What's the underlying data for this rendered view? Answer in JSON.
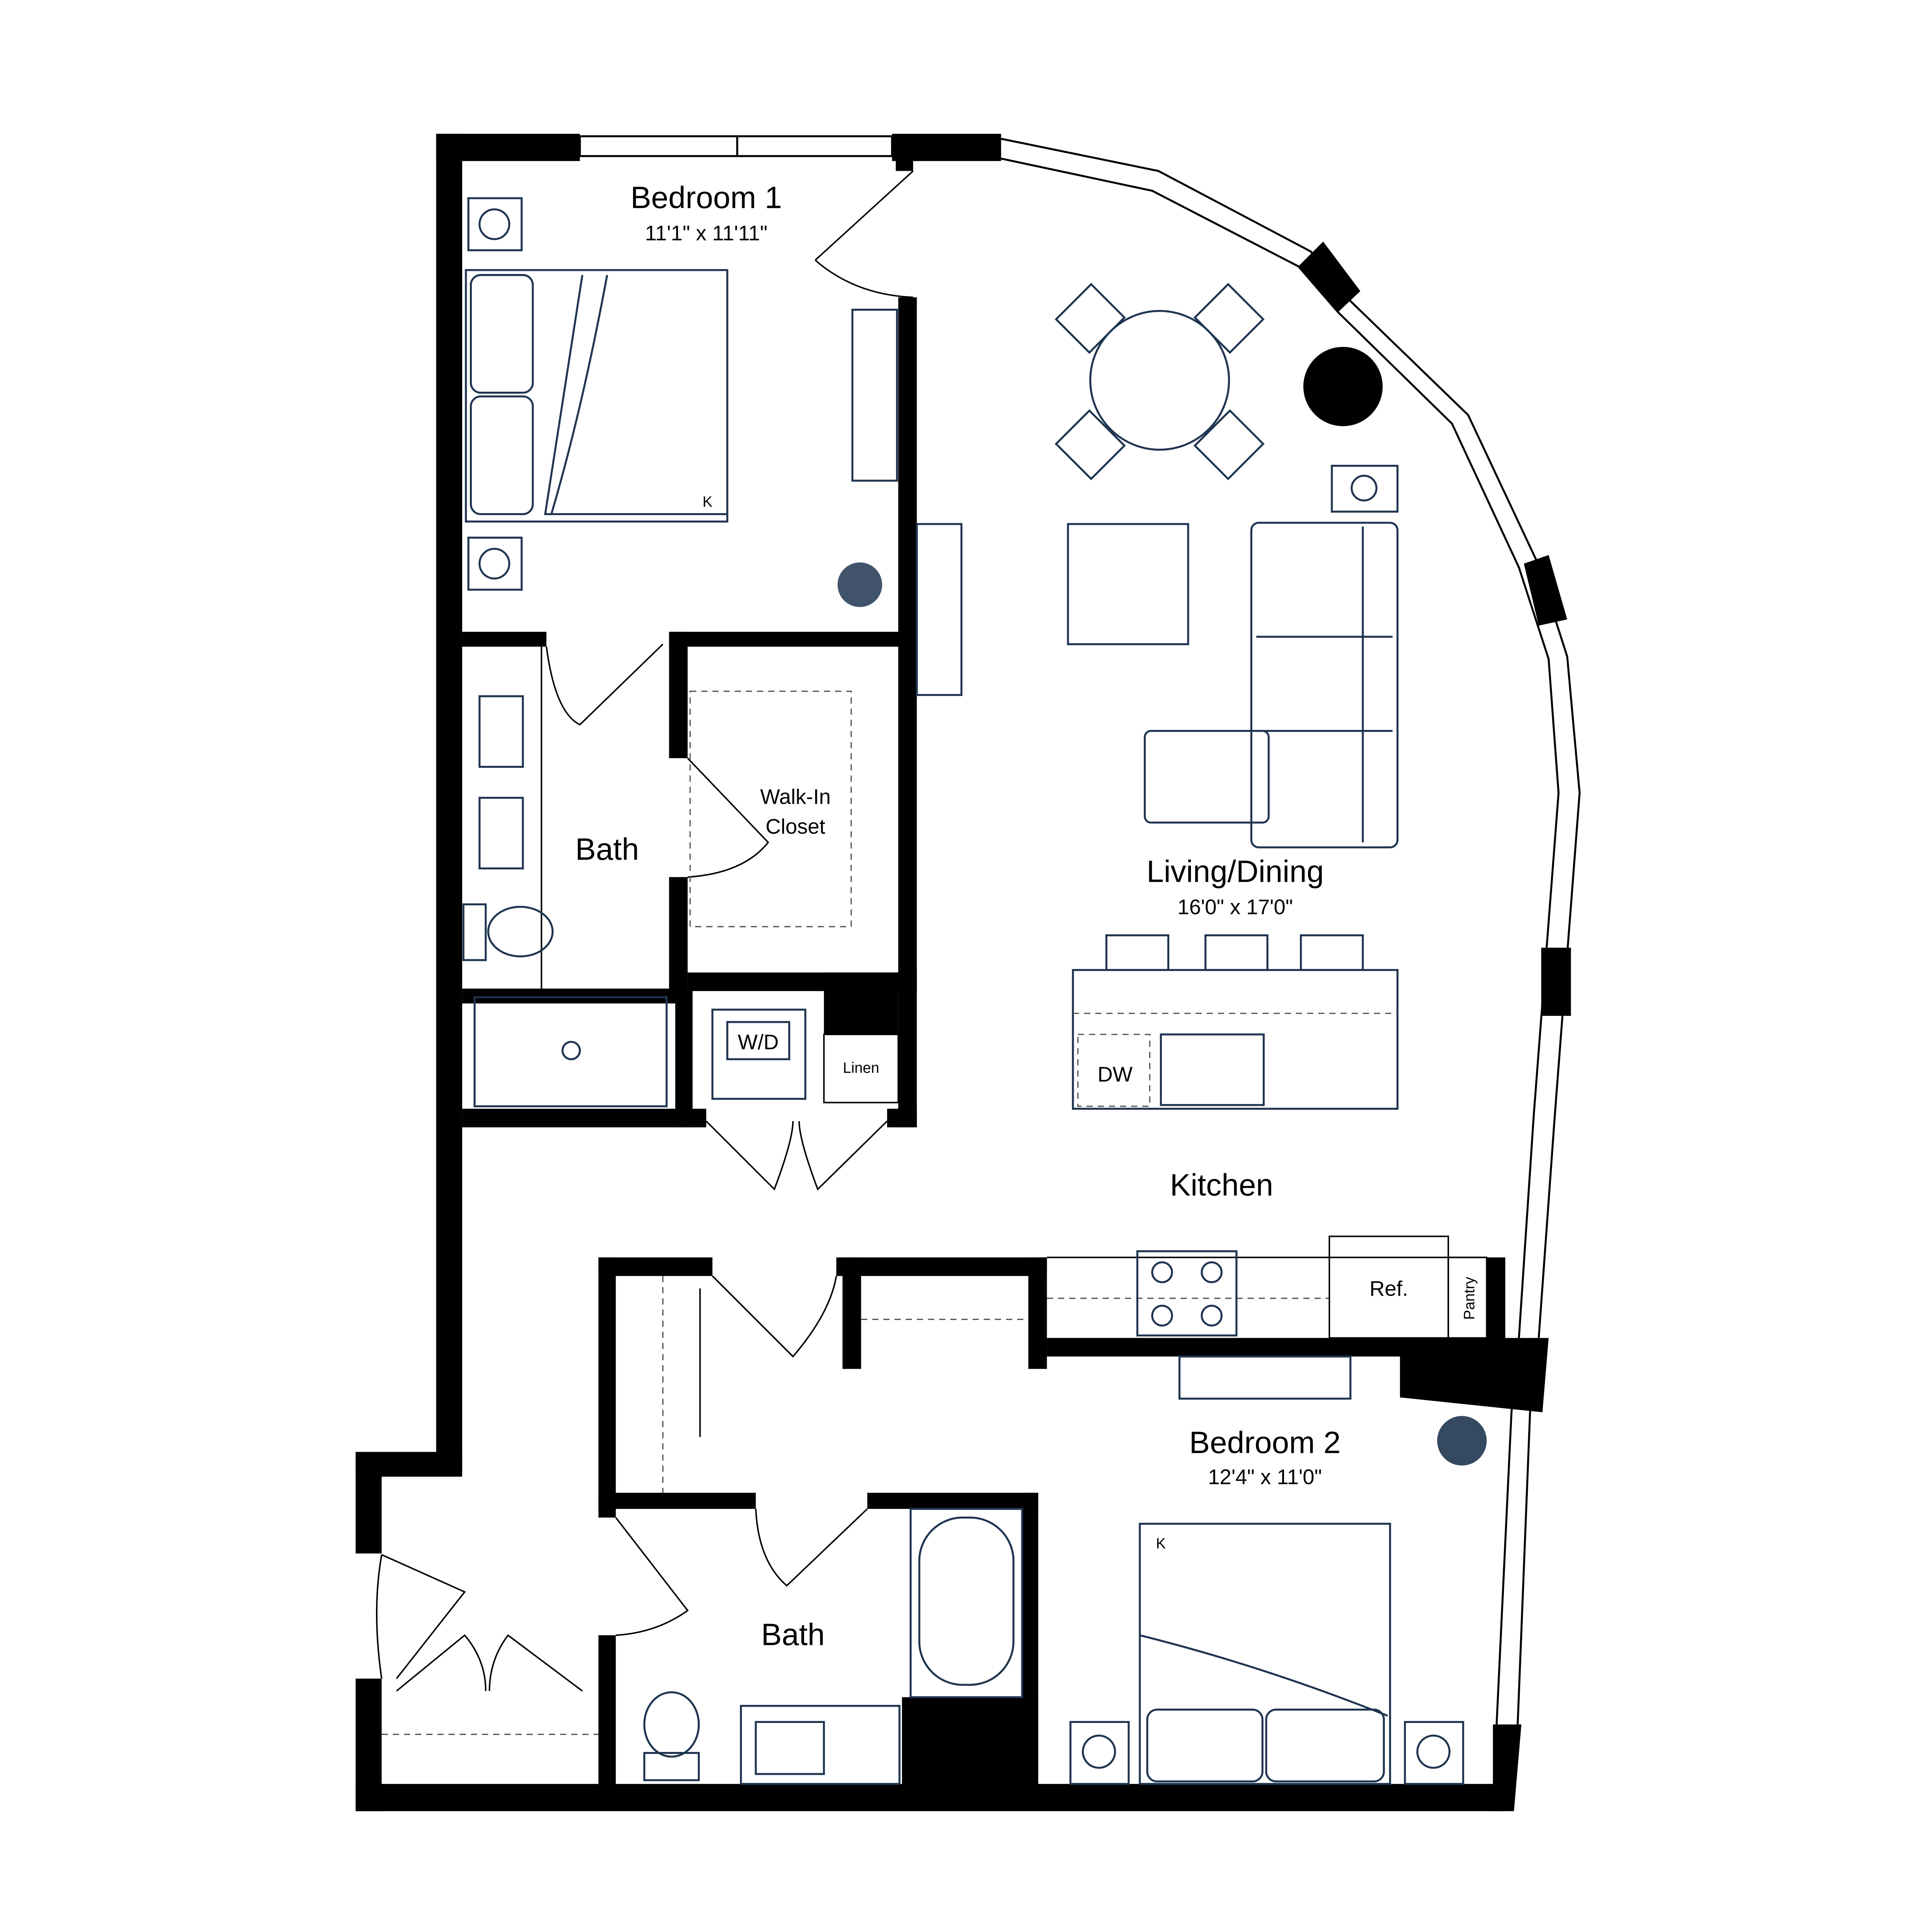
{
  "colors": {
    "walls": "#000000",
    "furniture": "#1f3550",
    "background": "#ffffff"
  },
  "rooms": {
    "bedroom1": {
      "name": "Bedroom 1",
      "dims": "11'1\" x 11'11\""
    },
    "bath1": {
      "name": "Bath"
    },
    "closet": {
      "name_line1": "Walk-In",
      "name_line2": "Closet"
    },
    "laundry": {
      "wd": "W/D",
      "linen": "Linen"
    },
    "living": {
      "name": "Living/Dining",
      "dims": "16'0\" x 17'0\""
    },
    "kitchen": {
      "name": "Kitchen",
      "dw": "DW",
      "ref": "Ref.",
      "pantry": "Pantry"
    },
    "bedroom2": {
      "name": "Bedroom 2",
      "dims": "12'4\" x 11'0\""
    },
    "bath2": {
      "name": "Bath"
    }
  },
  "bed_marks": {
    "bed1": "K",
    "bed2": "K"
  },
  "icons": [
    "bed",
    "nightstand-lamp",
    "plant",
    "dining-table",
    "chair",
    "sofa",
    "coffee-table",
    "tv",
    "sink",
    "toilet",
    "shower",
    "bathtub",
    "stove",
    "refrigerator",
    "door-swing",
    "window"
  ]
}
